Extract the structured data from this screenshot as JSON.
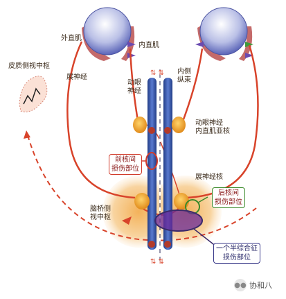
{
  "labels": {
    "lateral_rectus": "外直肌",
    "medial_rectus": "内直肌",
    "cortical_lateral_gaze_center": "皮质侧视中枢",
    "abducens_nerve": "展神经",
    "oculomotor_nerve": "动眼\n神经",
    "mlf": "内侧\n纵束",
    "oculomotor_medial_rectus_subnucleus": "动眼神经\n内直肌亚核",
    "abducens_nucleus": "展神经核",
    "pontine_lateral_gaze_center": "脑桥侧\n视中枢"
  },
  "boxes": {
    "anterior_internuclear": "前核间\n损伤部位",
    "posterior_internuclear": "后核间\n损伤部位",
    "one_and_half_syndrome": "一个半综合征\n损伤部位"
  },
  "watermark": {
    "text": "协和八",
    "icon": "wechat-icon"
  },
  "colors": {
    "nerve": "#d8432a",
    "mlf_blue": "#2f4fa3",
    "nucleus_orange": "#f0a52a",
    "pons_glow": "#f6c98a",
    "eye_blue": "#6c78c8",
    "lesion_purple": "#5a2a8a",
    "arrow_green": "#3f9a3a",
    "arrow_purple": "#6a4ab0"
  }
}
